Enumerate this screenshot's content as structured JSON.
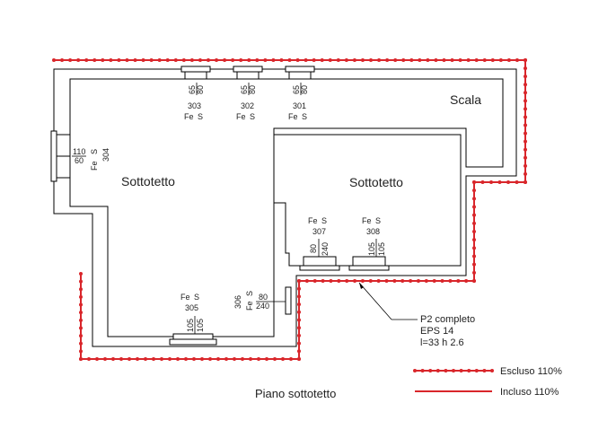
{
  "title": "Piano sottotetto",
  "rooms": [
    {
      "label": "Sottotetto"
    },
    {
      "label": "Sottotetto"
    },
    {
      "label": "Scala"
    }
  ],
  "windows": [
    {
      "id": "303",
      "type": "Fe",
      "side": "S",
      "w": "65",
      "h": "80"
    },
    {
      "id": "302",
      "type": "Fe",
      "side": "S",
      "w": "65",
      "h": "80"
    },
    {
      "id": "301",
      "type": "Fe",
      "side": "S",
      "w": "65",
      "h": "80"
    },
    {
      "id": "304",
      "type": "Fe",
      "side": "S",
      "w": "110",
      "h": "60"
    },
    {
      "id": "307",
      "type": "Fe",
      "side": "S",
      "w": "80",
      "h": "240"
    },
    {
      "id": "308",
      "type": "Fe",
      "side": "S",
      "w": "105",
      "h": "105"
    },
    {
      "id": "305",
      "type": "Fe",
      "side": "S",
      "w": "105",
      "h": "105"
    },
    {
      "id": "306",
      "type": "Fe",
      "side": "S",
      "w": "80",
      "h": "240"
    }
  ],
  "callout": {
    "line1": "P2 completo",
    "line2": "EPS 14",
    "line3": "l=33 h 2.6"
  },
  "legend": [
    {
      "label": "Escluso 110%",
      "style": "dotted",
      "color": "#d9262b"
    },
    {
      "label": "Incluso 110%",
      "style": "solid",
      "color": "#d9262b"
    }
  ],
  "colors": {
    "wall": "#000000",
    "insulation": "#d9262b"
  }
}
